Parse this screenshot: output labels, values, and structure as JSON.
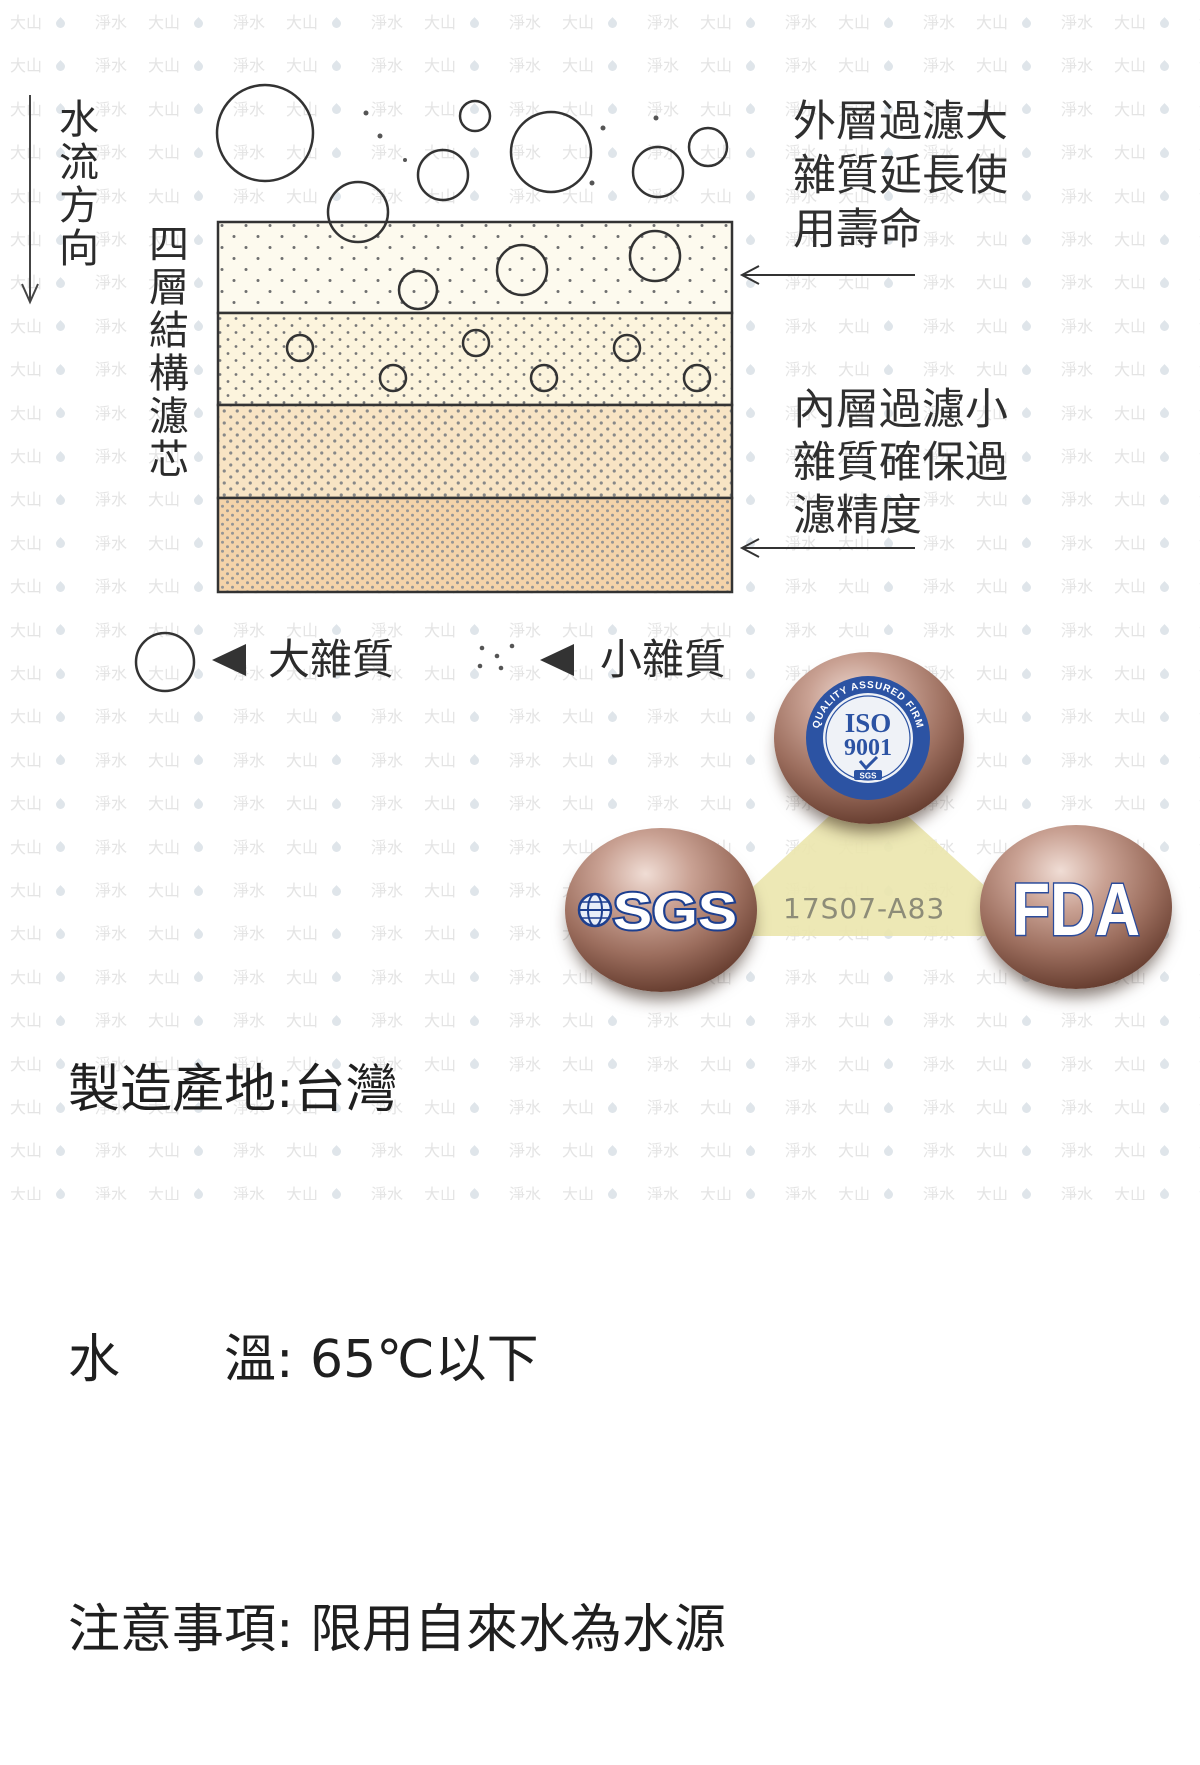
{
  "watermark": {
    "left": "大山",
    "right": "淨水"
  },
  "flow_direction": "水流方向",
  "filter_structure": "四層結構濾芯",
  "outer_layer_note": [
    "外層過濾大",
    "雜質延長使",
    "用壽命"
  ],
  "inner_layer_note": [
    "內層過濾小",
    "雜質確保過",
    "濾精度"
  ],
  "legend": {
    "large_particles": "大雜質",
    "small_particles": "小雜質"
  },
  "specs": [
    "製造產地:台灣",
    "水　　溫: 65℃以下",
    "注意事項: 限用自來水為水源"
  ],
  "certifications": {
    "iso": {
      "ring": "QUALITY ASSURED FIRM",
      "title": "ISO",
      "number": "9001",
      "issuer": "SGS"
    },
    "sgs": {
      "name": "SGS"
    },
    "fda": {
      "name": "FDA"
    },
    "certificate_no": "17S07-A83"
  },
  "colors": {
    "layers": [
      "#fdfaee",
      "#fcf4dd",
      "#f8e4c4",
      "#f4d3a9"
    ],
    "badge_blue": "#2c53a3",
    "sgs_blue": "#1d3f8f",
    "fda_blue": "#2a4b9b",
    "triangle": "#ebe5ad",
    "outline": "#333333"
  }
}
